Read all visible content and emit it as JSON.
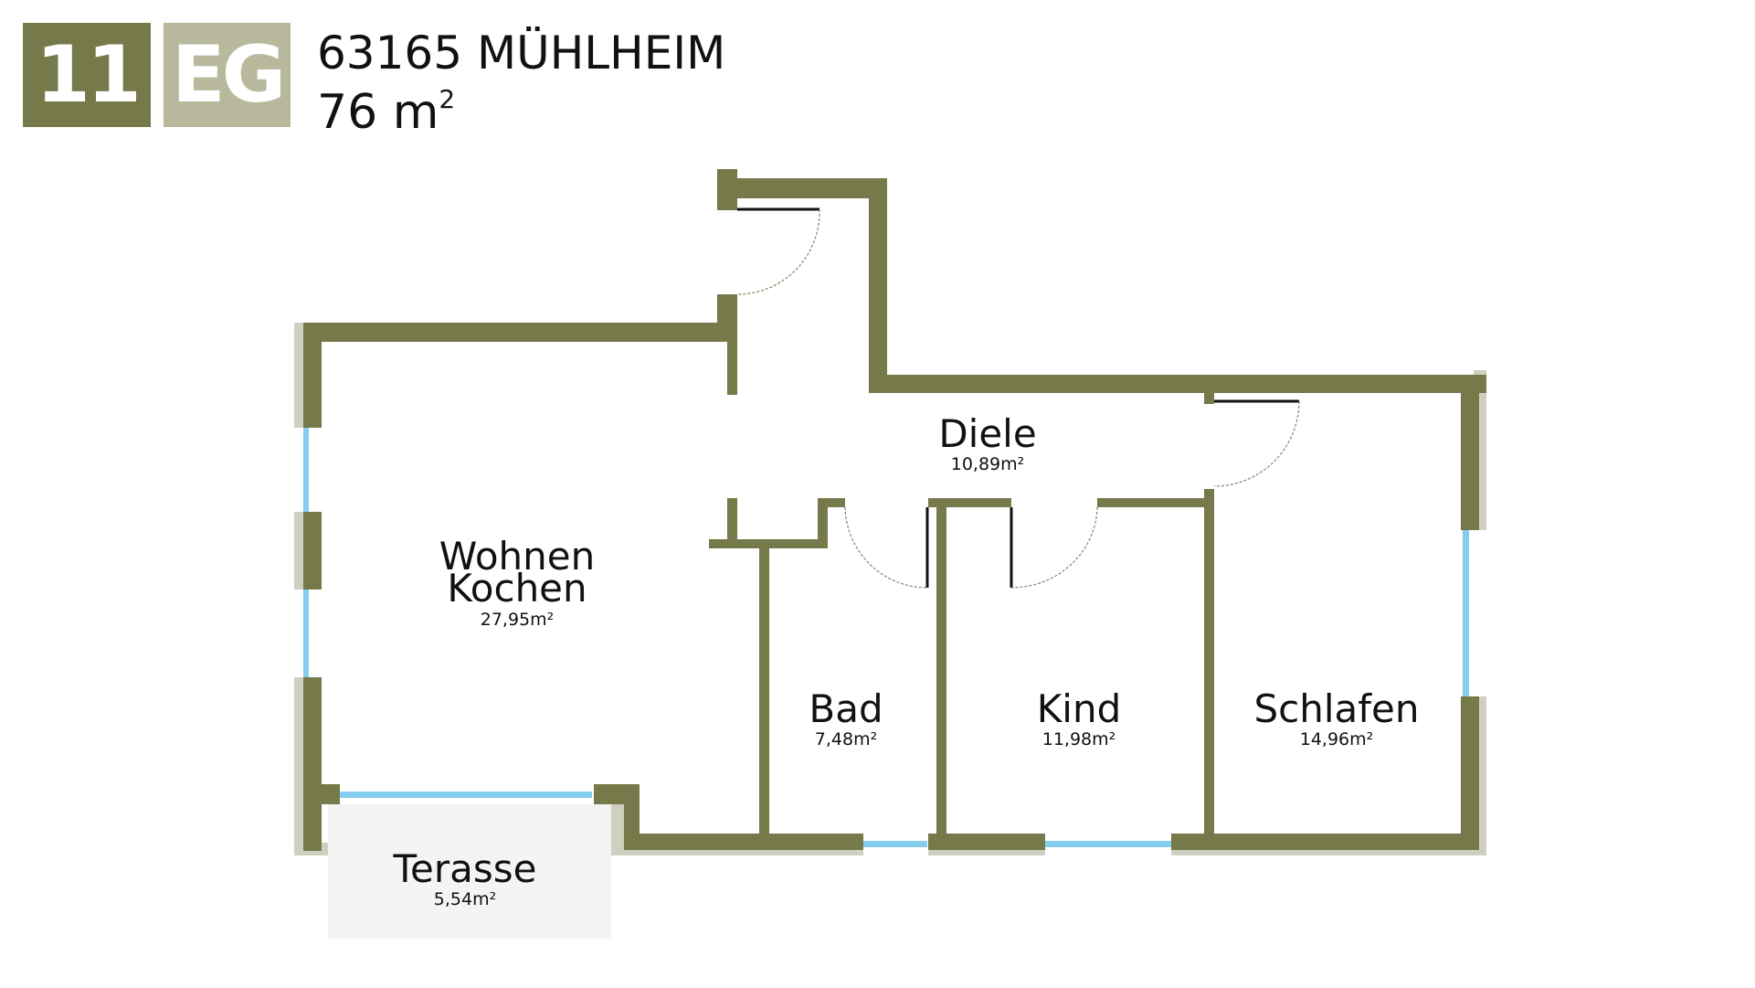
{
  "header": {
    "unit_number": "11",
    "floor": "EG",
    "address": "63165 MÜHLHEIM",
    "area_value": "76 m",
    "area_superscript": "2"
  },
  "rooms": {
    "wohnen": {
      "line1": "Wohnen",
      "line2": "Kochen",
      "area": "27,95m²"
    },
    "diele": {
      "name": "Diele",
      "area": "10,89m²"
    },
    "bad": {
      "name": "Bad",
      "area": "7,48m²"
    },
    "kind": {
      "name": "Kind",
      "area": "11,98m²"
    },
    "schlafen": {
      "name": "Schlafen",
      "area": "14,96m²"
    },
    "terasse": {
      "name": "Terasse",
      "area": "5,54m²"
    }
  },
  "colors": {
    "wall": "#76794a",
    "wall_light": "#cfd0bf",
    "window": "#84cdee",
    "badge_dark": "#76794a",
    "badge_light": "#b7b89c",
    "terrace": "#f4f4f2",
    "door": "#111111"
  }
}
